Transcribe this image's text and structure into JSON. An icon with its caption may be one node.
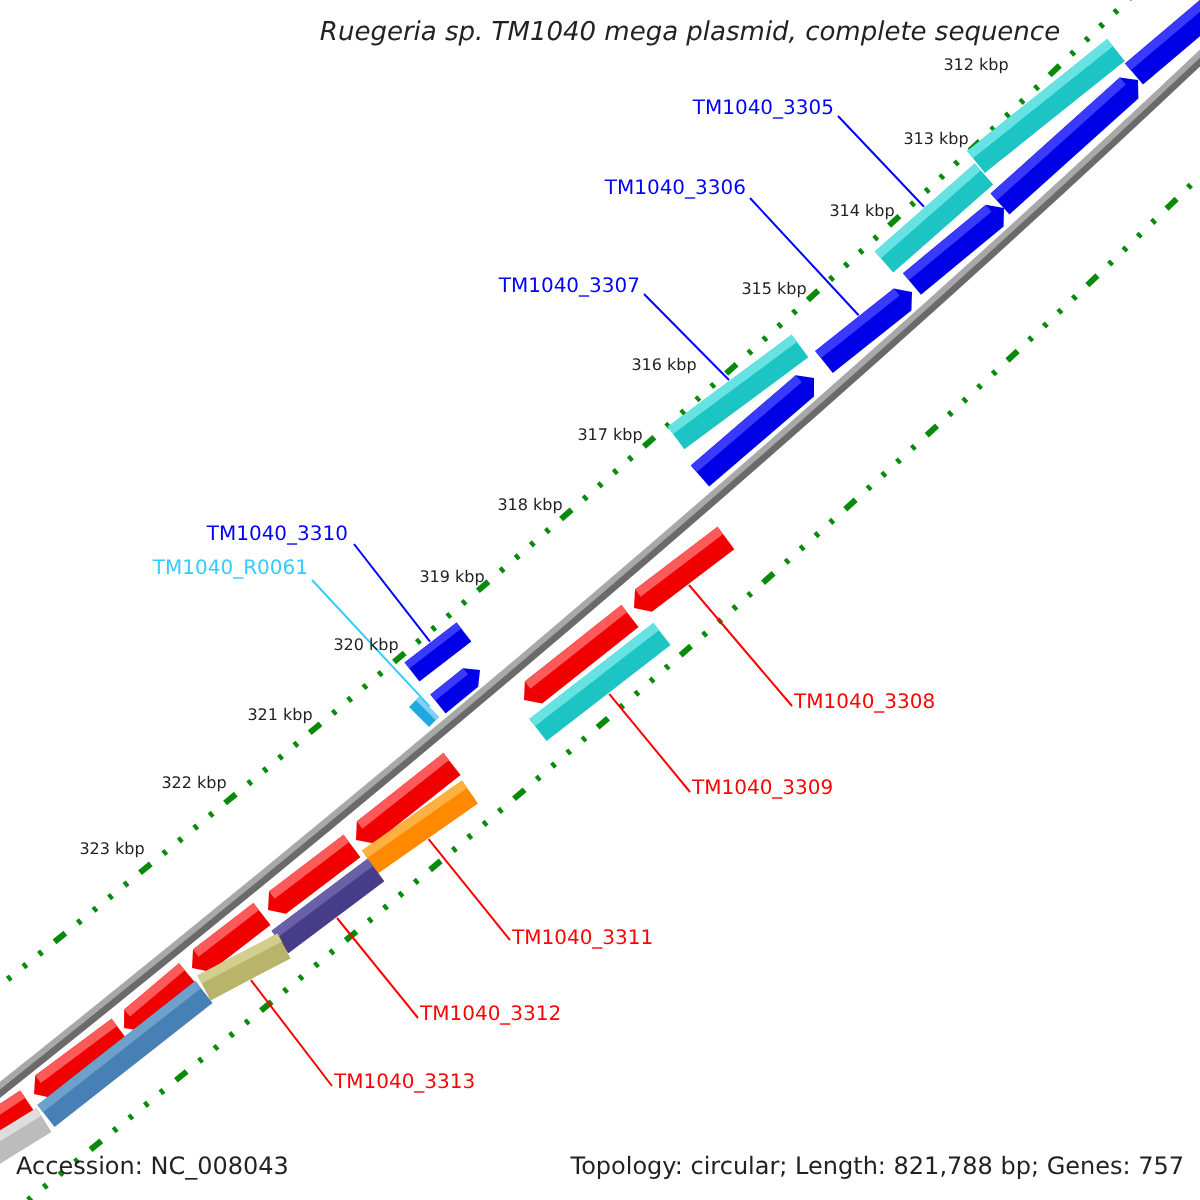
{
  "diagram": {
    "title": "Ruegeria sp. TM1040 mega plasmid, complete sequence",
    "nodes": [
      {
        "text": [
          "TM1040_3305"
        ]
      },
      {
        "text": [
          "TM1040_3306"
        ]
      },
      {
        "text": [
          "TM1040_3307"
        ]
      },
      {
        "text": [
          "TM1040_3310"
        ]
      },
      {
        "text": [
          "TM1040_R0061"
        ]
      },
      {
        "text": [
          "TM1040_3308"
        ]
      },
      {
        "text": [
          "TM1040_3309"
        ]
      },
      {
        "text": [
          "TM1040_3311"
        ]
      },
      {
        "text": [
          "TM1040_3312"
        ]
      },
      {
        "text": [
          "TM1040_3313"
        ]
      },
      {
        "text": [],
        "shape": "bar"
      },
      {
        "text": [],
        "shape": "bar"
      },
      {
        "text": [],
        "shape": "bar"
      },
      {
        "text": [],
        "shape": "bar"
      },
      {
        "text": [],
        "shape": "bar"
      },
      {
        "text": [],
        "shape": "bar"
      },
      {
        "text": [],
        "shape": "bar"
      },
      {
        "text": [],
        "shape": "bar"
      },
      {
        "text": [],
        "shape": "bar"
      },
      {
        "text": [],
        "shape": "bar"
      },
      {
        "text": [],
        "shape": "bar"
      },
      {
        "text": [],
        "shape": "bar"
      },
      {
        "text": [],
        "shape": "bar"
      },
      {
        "text": [],
        "shape": "bar"
      },
      {
        "text": [],
        "shape": "bar"
      },
      {
        "text": [],
        "shape": "bar"
      },
      {
        "text": [],
        "shape": "bar"
      },
      {
        "text": [],
        "shape": "bar"
      },
      {
        "text": [],
        "shape": "bar"
      },
      {
        "text": [],
        "shape": "bar"
      },
      {
        "text": [],
        "shape": "bar"
      },
      {
        "text": [],
        "shape": "bar"
      },
      {
        "text": [],
        "shape": "bar"
      },
      {
        "text": [],
        "shape": "bar"
      },
      {
        "text": [],
        "shape": "bar"
      }
    ],
    "edges": [
      {
        "from": 0,
        "to": 13,
        "arrow": "none",
        "color": "#0000ff"
      },
      {
        "from": 1,
        "to": 15,
        "arrow": "none",
        "color": "#0000ff"
      },
      {
        "from": 2,
        "to": 16,
        "arrow": "none",
        "color": "#0000ff"
      },
      {
        "from": 3,
        "to": 21,
        "arrow": "none",
        "color": "#0000ff"
      },
      {
        "from": 4,
        "to": 23,
        "arrow": "none",
        "color": "#33ccff"
      },
      {
        "from": 5,
        "to": 18,
        "arrow": "none"
      },
      {
        "from": 6,
        "to": 20,
        "arrow": "none"
      },
      {
        "from": 7,
        "to": 25,
        "arrow": "none"
      },
      {
        "from": 8,
        "to": 27,
        "arrow": "none"
      },
      {
        "from": 9,
        "to": 29,
        "arrow": "none"
      }
    ],
    "labels": [
      "312 kbp",
      "313 kbp",
      "314 kbp",
      "315 kbp",
      "316 kbp",
      "317 kbp",
      "318 kbp",
      "319 kbp",
      "320 kbp",
      "321 kbp",
      "322 kbp",
      "323 kbp",
      "Accession: NC_008043",
      "Topology: circular; Length: 821,788 bp; Genes: 757"
    ]
  }
}
